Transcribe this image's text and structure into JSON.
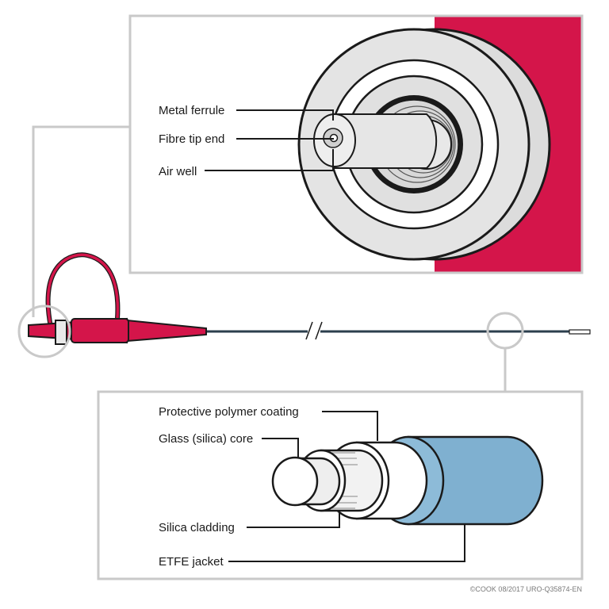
{
  "colors": {
    "crimson": "#d4154a",
    "frame": "#c9c9c9",
    "outline": "#1a1a1a",
    "light_gray": "#e6e6e6",
    "mid_gray": "#d4d4d4",
    "jacket_blue": "#7fb0d0",
    "fiber": "#2b3e4d"
  },
  "top_labels": {
    "metal_ferrule": "Metal ferrule",
    "fibre_tip_end": "Fibre tip end",
    "air_well": "Air well"
  },
  "bottom_labels": {
    "protective_coating": "Protective polymer coating",
    "glass_core": "Glass (silica) core",
    "silica_cladding": "Silica cladding",
    "etfe_jacket": "ETFE jacket"
  },
  "credit": "©COOK 08/2017  URO-Q35874-EN"
}
